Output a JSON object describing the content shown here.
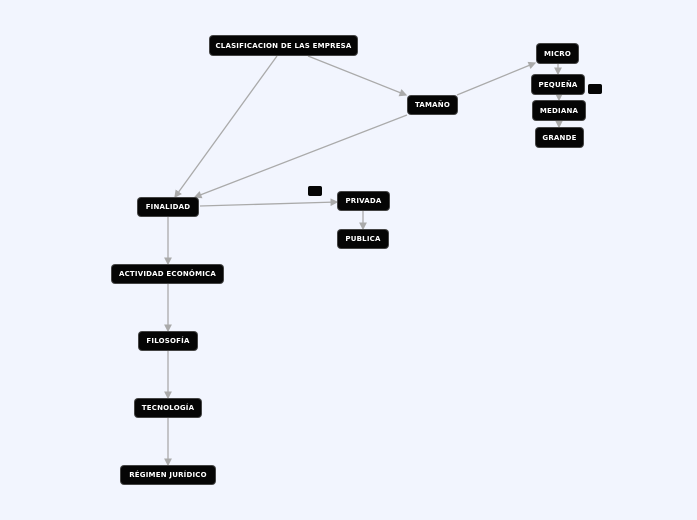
{
  "colors": {
    "background": "#f2f5fe",
    "node": "#050505",
    "link": "#aaaaaa"
  },
  "nodes": {
    "root": "CLASIFICACION DE LAS EMPRESA",
    "tamano": "TAMAÑO",
    "micro": "MICRO",
    "pequena": "PEQUEÑA",
    "mediana": "MEDIANA",
    "grande": "GRANDE",
    "finalidad": "FINALIDAD",
    "privada": "PRIVADA",
    "publica": "PUBLICA",
    "actividad": "ACTIVIDAD ECONÓMICA",
    "filosofia": "FILOSOFÍA",
    "tecnologia": "TECNOLOGÍA",
    "regimen": "RÉGIMEN JURÍDICO"
  }
}
